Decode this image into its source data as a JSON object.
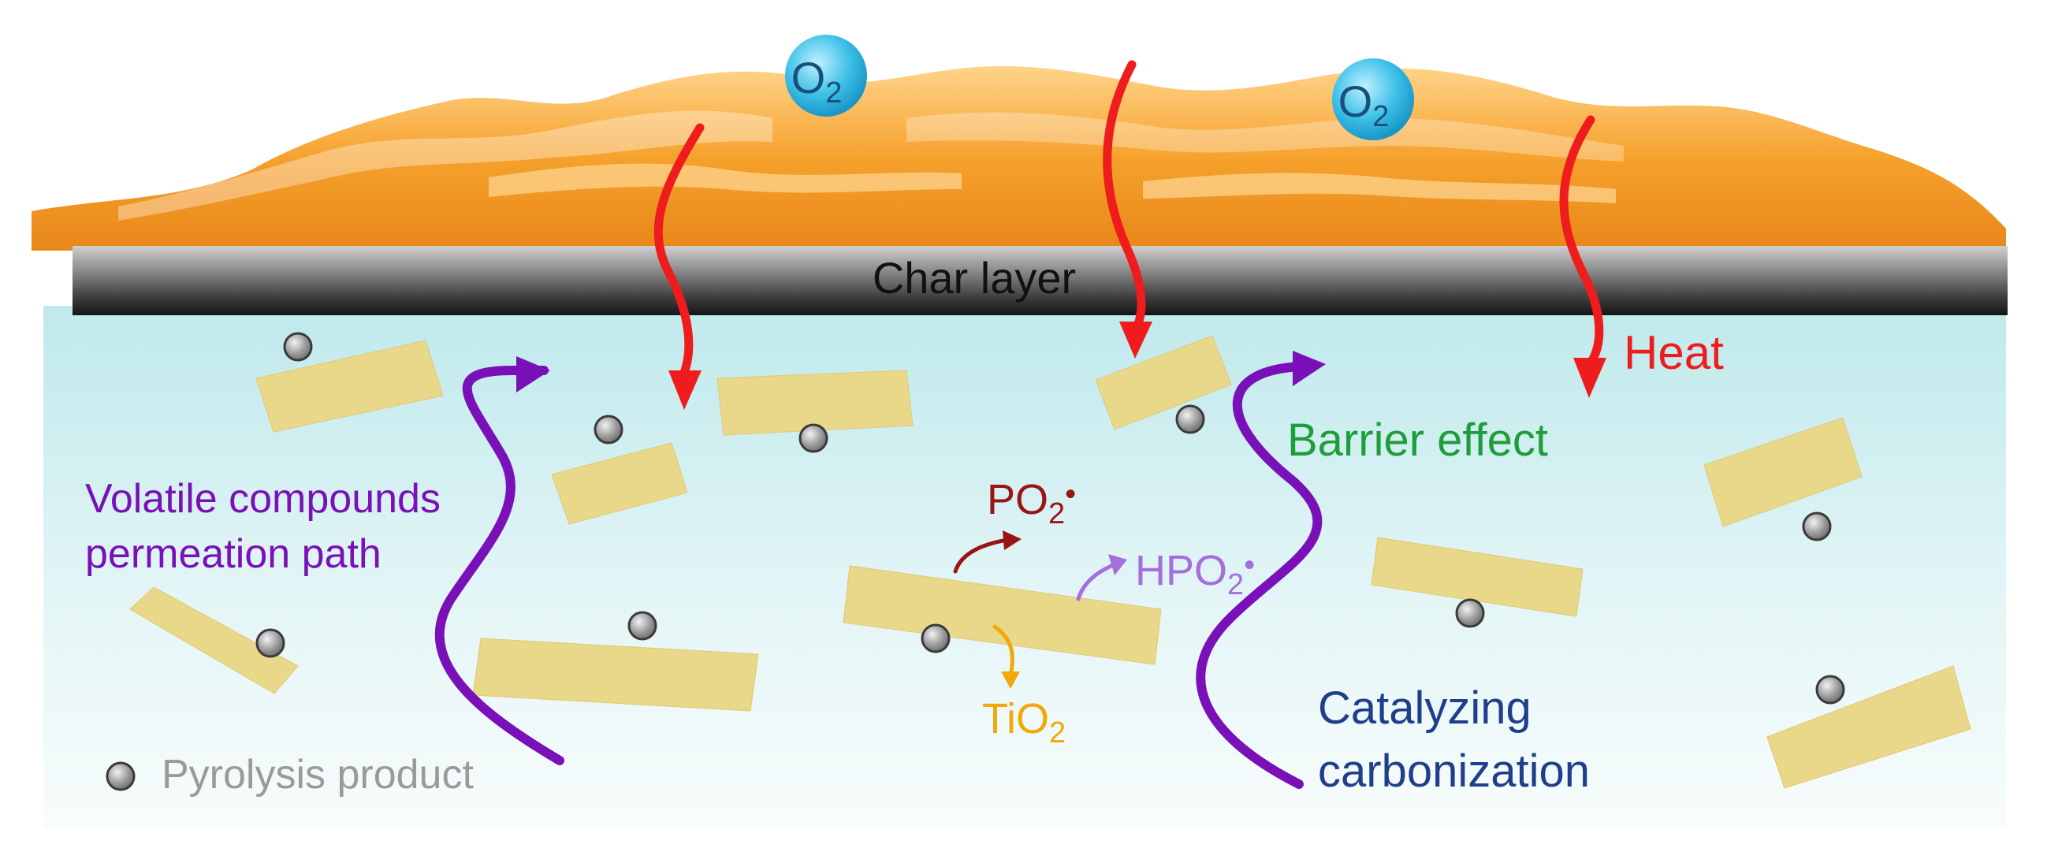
{
  "labels": {
    "o2": "O",
    "o2_sub": "2",
    "char_layer": "Char layer",
    "heat": "Heat",
    "barrier_effect": "Barrier effect",
    "volatile_line1": "Volatile compounds",
    "volatile_line2": "permeation path",
    "po2": "PO",
    "po2_sub": "2",
    "hpo2": "HPO",
    "hpo2_sub": "2",
    "radical_dot": "•",
    "tio2": "TiO",
    "tio2_sub": "2",
    "catalyzing_line1": "Catalyzing",
    "catalyzing_line2": "carbonization",
    "pyrolysis_product": "Pyrolysis product"
  },
  "colors": {
    "heat_arrow": "#ee1c1c",
    "volatile_arrow": "#7a10b8",
    "barrier_text": "#1e9e3a",
    "catalyzing_text": "#1f3f8c",
    "po2_text": "#9b1414",
    "hpo2_text": "#a46fdc",
    "tio2_text": "#f0a80a",
    "pyrolysis_text": "#9a9a9a",
    "flake_fill": "#e9d88a",
    "polymer_top": "#c8ecee",
    "polymer_bottom": "#f6fbfb",
    "char_dark": "#2a2a2a",
    "char_light": "#bdbdbd",
    "flame_orange": "#f5a02a",
    "o2_bubble": "#2fb6e0"
  }
}
